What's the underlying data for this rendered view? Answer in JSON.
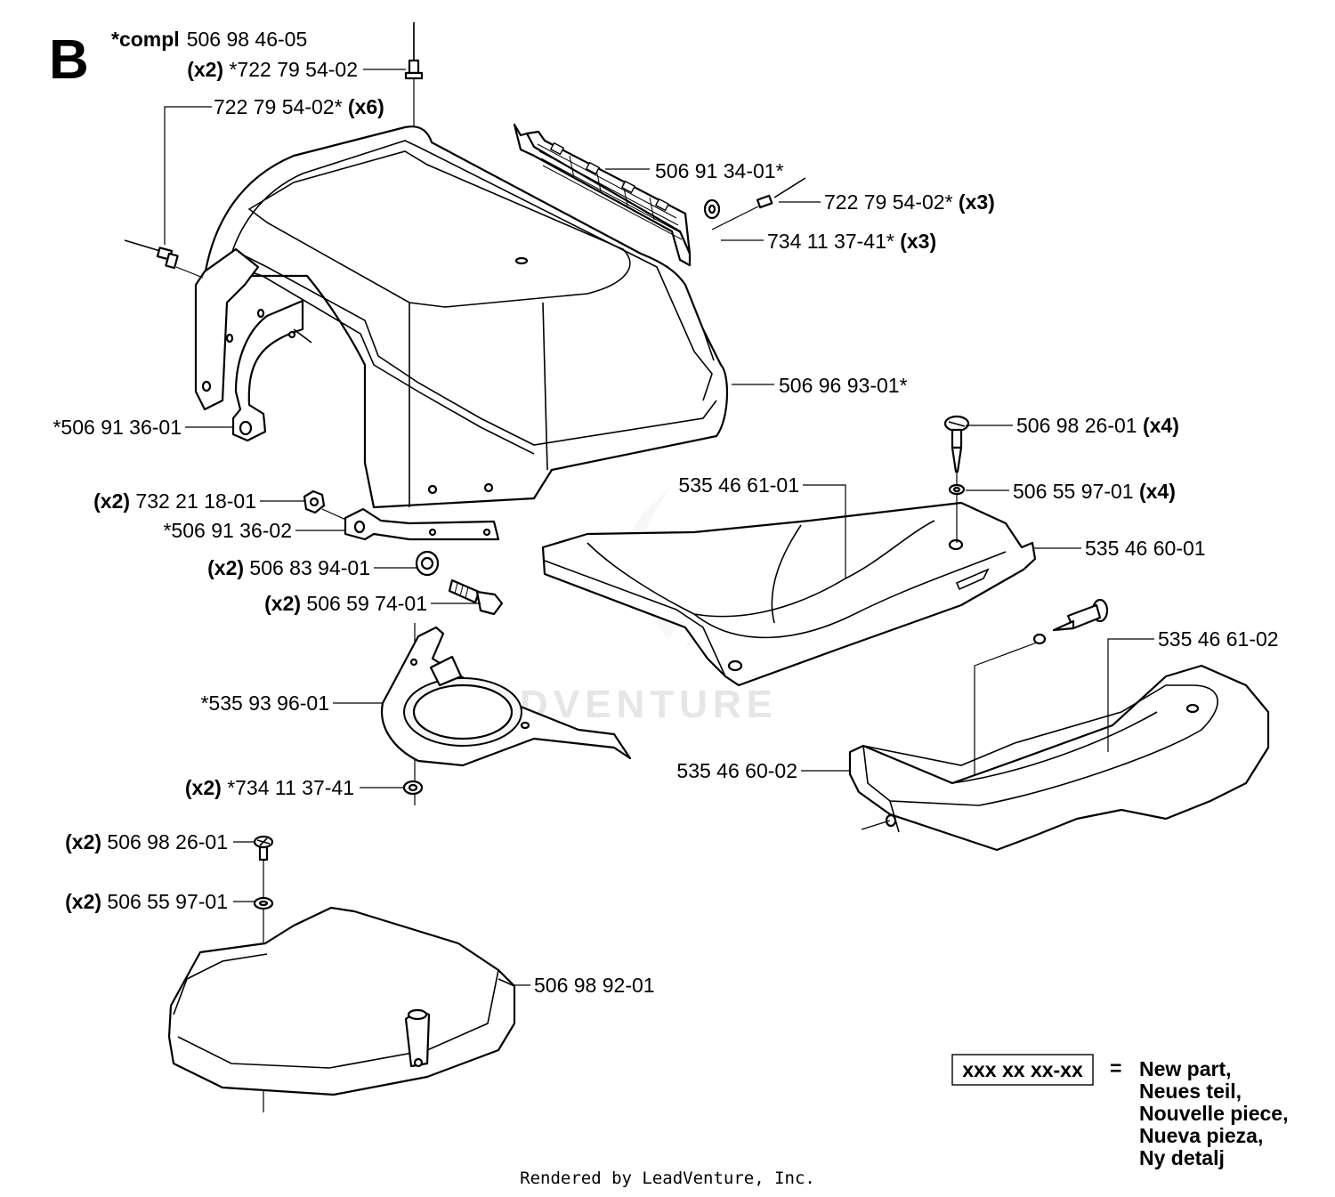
{
  "diagram": {
    "section_letter": "B",
    "compl": {
      "prefix": "*compl",
      "number": "506 98 46-05"
    },
    "callouts": [
      {
        "id": "rivet-top",
        "qty": "(x2)",
        "number": "*722 79 54-02",
        "qty_side": "left"
      },
      {
        "id": "rivet-left",
        "qty": "(x6)",
        "number": "722 79 54-02*",
        "qty_side": "right"
      },
      {
        "id": "grille",
        "qty": "",
        "number": "506 91 34-01*",
        "qty_side": "right"
      },
      {
        "id": "rivet-grille",
        "qty": "(x3)",
        "number": "722 79 54-02*",
        "qty_side": "right"
      },
      {
        "id": "washer-grille",
        "qty": "(x3)",
        "number": "734 11 37-41*",
        "qty_side": "right"
      },
      {
        "id": "hood",
        "qty": "",
        "number": "506 96 93-01*",
        "qty_side": "right"
      },
      {
        "id": "bracket-left",
        "qty": "",
        "number": "*506 91 36-01",
        "qty_side": "left"
      },
      {
        "id": "screw-top-right",
        "qty": "(x4)",
        "number": "506 98 26-01",
        "qty_side": "right"
      },
      {
        "id": "washer-top-right",
        "qty": "(x4)",
        "number": "506 55 97-01",
        "qty_side": "right"
      },
      {
        "id": "cover-top-label",
        "qty": "",
        "number": "535 46 61-01",
        "qty_side": "left"
      },
      {
        "id": "cover-top",
        "qty": "",
        "number": "535 46 60-01",
        "qty_side": "right"
      },
      {
        "id": "nut",
        "qty": "(x2)",
        "number": "732 21 18-01",
        "qty_side": "left"
      },
      {
        "id": "bracket-lower",
        "qty": "",
        "number": "*506 91 36-02",
        "qty_side": "left"
      },
      {
        "id": "spacer",
        "qty": "(x2)",
        "number": "506 83 94-01",
        "qty_side": "left"
      },
      {
        "id": "bolt",
        "qty": "(x2)",
        "number": "506 59 74-01",
        "qty_side": "left"
      },
      {
        "id": "cover-bottom-label",
        "qty": "",
        "number": "535 46 61-02",
        "qty_side": "right"
      },
      {
        "id": "ring-support",
        "qty": "",
        "number": "*535 93 96-01",
        "qty_side": "left"
      },
      {
        "id": "cover-bottom",
        "qty": "",
        "number": "535 46 60-02",
        "qty_side": "left"
      },
      {
        "id": "washer-ring",
        "qty": "(x2)",
        "number": "*734 11 37-41",
        "qty_side": "left"
      },
      {
        "id": "screw-battery",
        "qty": "(x2)",
        "number": "506 98 26-01",
        "qty_side": "left"
      },
      {
        "id": "washer-battery",
        "qty": "(x2)",
        "number": "506 55 97-01",
        "qty_side": "left"
      },
      {
        "id": "battery-cover",
        "qty": "",
        "number": "506 98 92-01",
        "qty_side": "right"
      }
    ],
    "legend": {
      "box": "xxx xx xx-xx",
      "equals": "=",
      "lines": [
        "New part,",
        "Neues teil,",
        "Nouvelle piece,",
        "Nueva pieza,",
        "Ny detalj"
      ]
    },
    "watermark": "LEADVENTURE",
    "footer": "Rendered by LeadVenture, Inc."
  }
}
